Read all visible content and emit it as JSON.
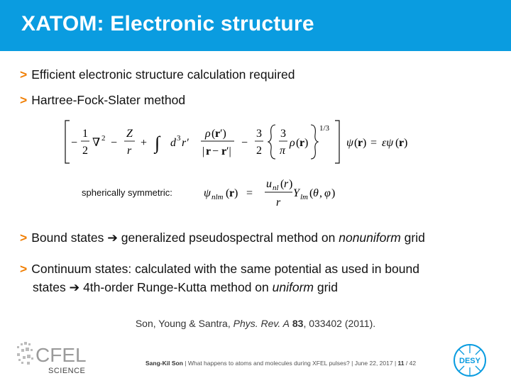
{
  "header": {
    "title": "XATOM: Electronic structure"
  },
  "bullets": [
    {
      "marker": ">",
      "text": "Efficient electronic structure calculation required"
    },
    {
      "marker": ">",
      "text": "Hartree-Fock-Slater method"
    },
    {
      "marker": ">",
      "part1": "Bound states ➔ generalized pseudospectral method on ",
      "italic": "nonuniform",
      "part2": " grid"
    },
    {
      "marker": ">",
      "line1": "Continuum states: calculated with the same potential as used in bound",
      "line2a": "states ➔ 4th-order Runge-Kutta method on ",
      "line2_italic": "uniform",
      "line2b": " grid"
    }
  ],
  "equation": {
    "symmetric_label": "spherically symmetric:"
  },
  "citation": {
    "authors": "Son, Young & Santra, ",
    "journal": "Phys. Rev. A",
    "volume": "83",
    "rest": ", 033402 (2011)."
  },
  "footer": {
    "author": "Sang-Kil Son",
    "title": "What happens to atoms and molecules during XFEL pulses?",
    "date": "June 22, 2017",
    "page": "11",
    "total": "/ 42"
  },
  "logos": {
    "cfel_top": "CFEL",
    "cfel_bottom": "SCIENCE",
    "desy": "DESY"
  },
  "colors": {
    "title_bar": "#0a9ce0",
    "bullet_marker": "#f07d00",
    "desy_blue": "#0a9ce0"
  }
}
